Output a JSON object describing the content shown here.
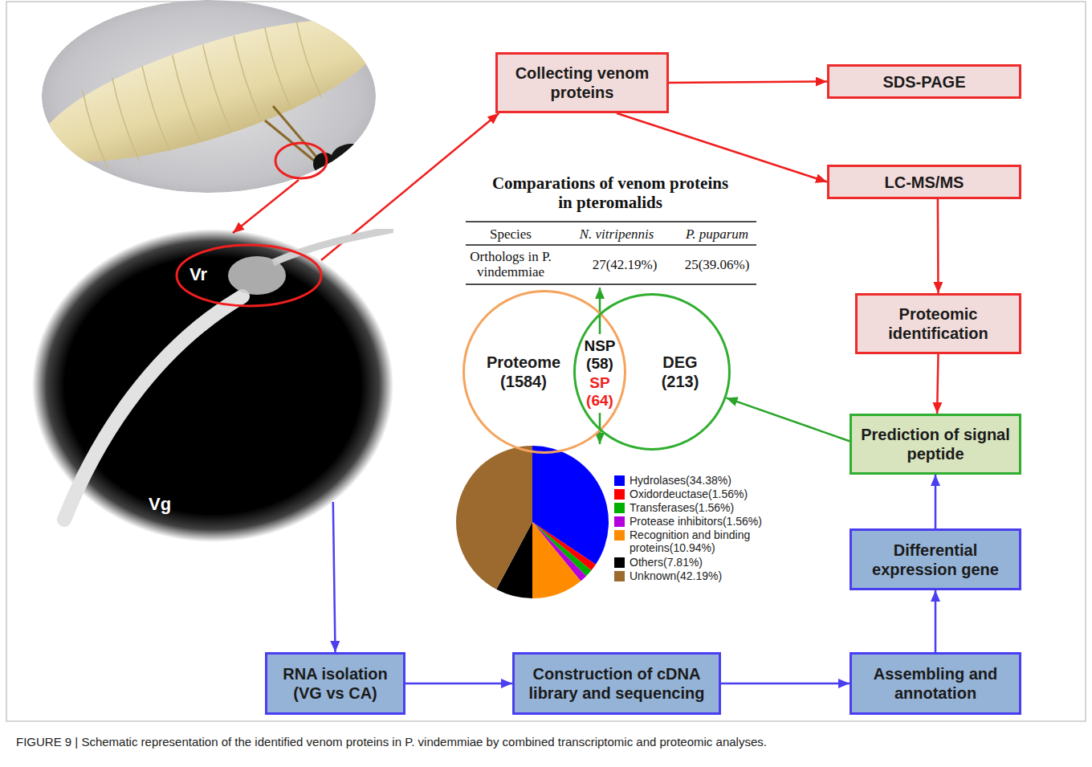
{
  "diagram": {
    "caption": "FIGURE 9 | Schematic representation of the identified venom proteins in P. vindemmiae by combined transcriptomic and proteomic analyses.",
    "nodes": [
      {
        "text": [
          "Collecting venom proteins"
        ]
      },
      {
        "text": [
          "SDS-PAGE"
        ]
      },
      {
        "text": [
          "LC-MS/MS"
        ]
      },
      {
        "text": [
          "Proteomic identification"
        ]
      },
      {
        "text": [
          "Prediction of signal peptide"
        ]
      },
      {
        "text": [
          "Differential expression gene"
        ]
      },
      {
        "text": [
          "Assembling and annotation"
        ]
      },
      {
        "text": [
          "Construction of cDNA library and sequencing"
        ]
      },
      {
        "text": [
          "RNA isolation (VG vs CA)"
        ]
      },
      {
        "text": [
          "Proteome (1584)"
        ]
      },
      {
        "text": [
          "DEG (213)"
        ]
      },
      {
        "text": [
          "Vr",
          "Vg"
        ]
      }
    ],
    "edges": [
      {
        "from": 11,
        "to": 0,
        "arrow": "to"
      },
      {
        "from": 0,
        "to": 1,
        "arrow": "to"
      },
      {
        "from": 0,
        "to": 2,
        "arrow": "to"
      },
      {
        "from": 2,
        "to": 3,
        "arrow": "to"
      },
      {
        "from": 3,
        "to": 4,
        "arrow": "to"
      },
      {
        "from": 11,
        "to": 8,
        "arrow": "to"
      },
      {
        "from": 8,
        "to": 7,
        "arrow": "to"
      },
      {
        "from": 7,
        "to": 6,
        "arrow": "to"
      },
      {
        "from": 6,
        "to": 5,
        "arrow": "to"
      },
      {
        "from": 5,
        "to": 4,
        "arrow": "to"
      },
      {
        "from": 4,
        "to": 10,
        "arrow": "to"
      }
    ],
    "labels": [
      "Comparations of venom proteins in pteromalids",
      "Species",
      "N. vitripennis",
      "P. puparum",
      "Orthologs in P. vindemmiae",
      "27(42.19%)",
      "25(39.06%)",
      "NSP (58)",
      "SP (64)"
    ],
    "legend": [
      {
        "text": "Hydrolases(34.38%)",
        "color": "#0000ff"
      },
      {
        "text": "Oxidordeuctase(1.56%)",
        "color": "#ff0000"
      },
      {
        "text": "Transferases(1.56%)",
        "color": "#00b000"
      },
      {
        "text": "Protease inhibitors(1.56%)",
        "color": "#b400dc"
      },
      {
        "text": "Recognition and binding proteins(10.94%)",
        "color": "#ff8c00"
      },
      {
        "text": "Others(7.81%)",
        "color": "#000000"
      },
      {
        "text": "Unknown(42.19%)",
        "color": "#9c6a2e"
      }
    ]
  }
}
